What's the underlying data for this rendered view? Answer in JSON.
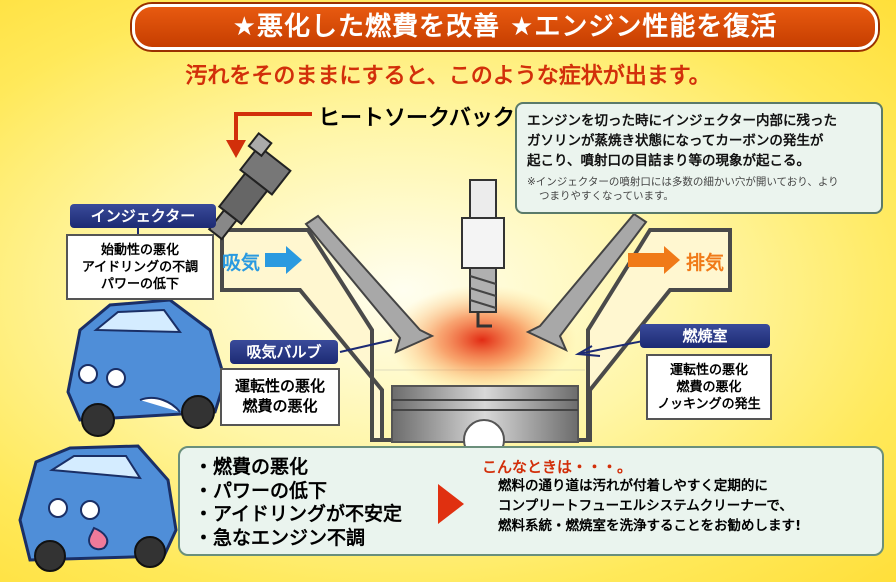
{
  "header": {
    "title": "★悪化した燃費を改善 ★エンジン性能を復活",
    "subtitle": "汚れをそのままにすると、このような症状が出ます。"
  },
  "heat_soak": {
    "label": "ヒートソークバック",
    "description": [
      "エンジンを切った時にインジェクター内部に残った",
      "ガソリンが蒸焼き状態になってカーボンの発生が",
      "起こり、噴射口の目詰まり等の現象が起こる。"
    ],
    "note": [
      "※インジェクターの噴射口には多数の細かい穴が開いており、より",
      "つまりやすくなっています。"
    ]
  },
  "injector": {
    "label": "インジェクター",
    "symptoms": [
      "始動性の悪化",
      "アイドリングの不調",
      "パワーの低下"
    ]
  },
  "intake_flow": {
    "label": "吸気",
    "color": "#2a9ae0"
  },
  "exhaust_flow": {
    "label": "排気",
    "color": "#f07a18"
  },
  "intake_valve": {
    "label": "吸気バルブ",
    "symptoms": [
      "運転性の悪化",
      "燃費の悪化"
    ]
  },
  "combustion_chamber": {
    "label": "燃焼室",
    "symptoms": [
      "運転性の悪化",
      "燃費の悪化",
      "ノッキングの発生"
    ]
  },
  "summary": {
    "symptoms": [
      "・燃費の悪化",
      "・パワーの低下",
      "・アイドリングが不安定",
      "・急なエンジン不調"
    ],
    "when_label": "こんなときは・・・。",
    "recommendation": [
      "燃料の通り道は汚れが付着しやすく定期的に",
      "コンプリートフューエルシステムクリーナーで、",
      "燃料系統・燃焼室を洗浄することをお勧めします!"
    ]
  },
  "colors": {
    "banner": "#d84a08",
    "tag": "#1c2a73",
    "accent": "#d22f0a"
  }
}
